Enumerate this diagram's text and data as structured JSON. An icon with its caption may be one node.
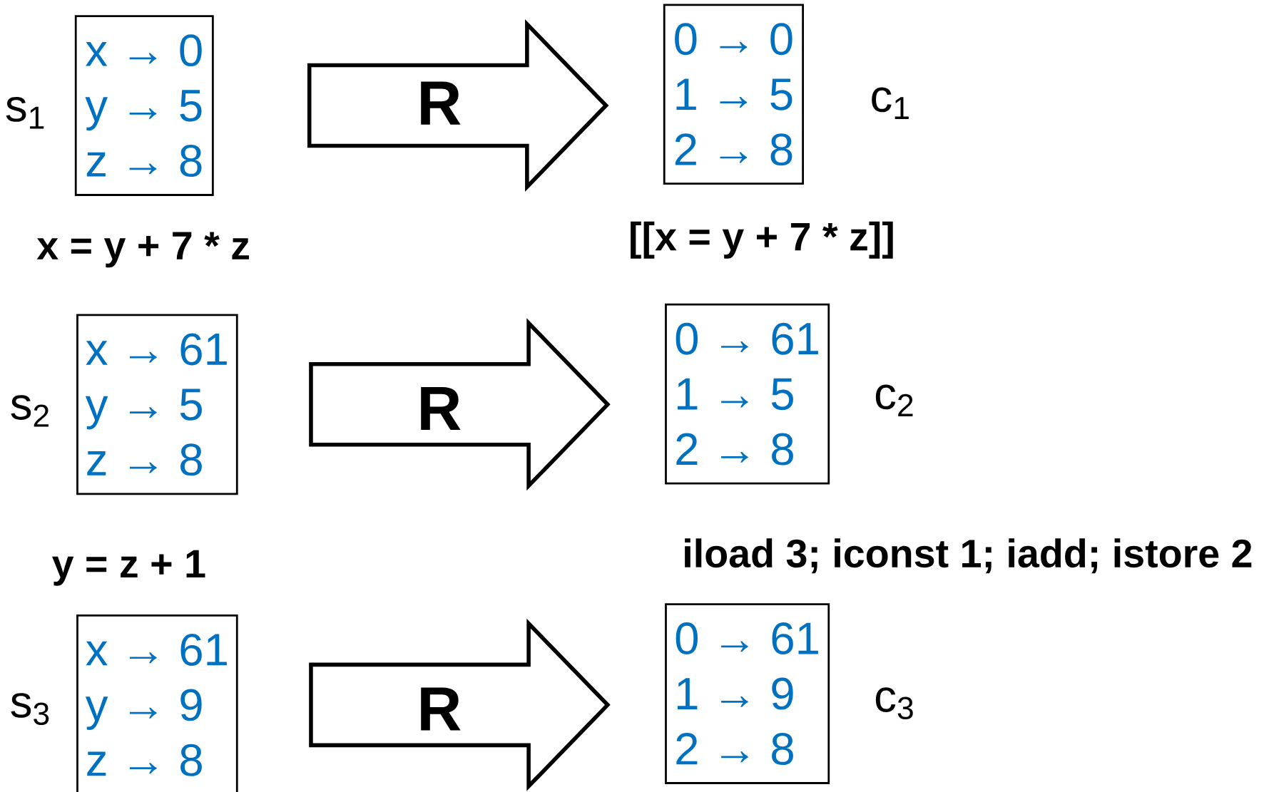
{
  "diagram": {
    "nodes": [
      {
        "text": [
          "x → 0",
          "y → 5",
          "z → 8"
        ],
        "beside": [
          "s$_{1}$"
        ]
      },
      {
        "text": [
          "0 → 0",
          "1 → 5",
          "2 → 8"
        ],
        "beside": [
          "c$_{1}$"
        ]
      },
      {
        "text": [
          "x → 61",
          "y → 5",
          "z → 8"
        ],
        "beside": [
          "s$_{2}$"
        ]
      },
      {
        "text": [
          "0 → 61",
          "1 → 5",
          "2 → 8"
        ],
        "beside": [
          "c$_{2}$"
        ]
      },
      {
        "text": [
          "x → 61",
          "y → 9",
          "z → 8"
        ],
        "beside": [
          "s$_{3}$"
        ]
      },
      {
        "text": [
          "0 → 61",
          "1 → 9",
          "2 → 8"
        ],
        "beside": [
          "c$_{3}$"
        ]
      }
    ],
    "edges": [
      {
        "from": 0,
        "to": 1,
        "arrow": "to",
        "label": "R"
      },
      {
        "from": 2,
        "to": 3,
        "arrow": "to",
        "label": "R"
      },
      {
        "from": 4,
        "to": 5,
        "arrow": "to",
        "label": "R"
      }
    ],
    "labels": [
      "x = y + 7 * z",
      "[[x = y + 7 * z]]",
      "iload 3; iconst 1; iadd; istore 2",
      "y = z + 1"
    ]
  }
}
